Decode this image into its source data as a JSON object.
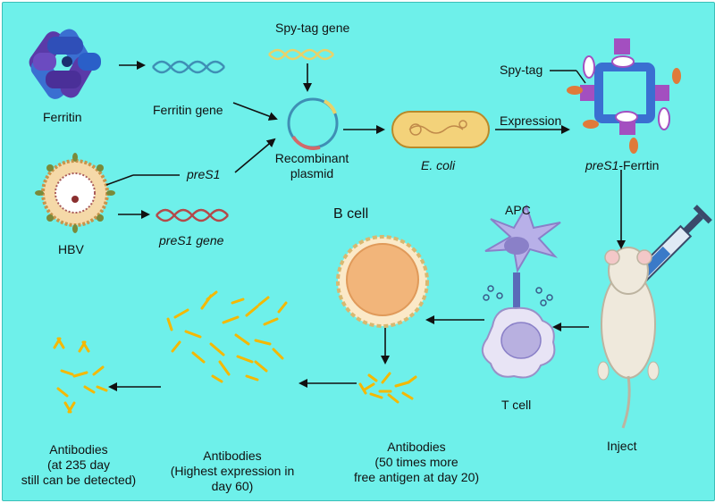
{
  "labels": {
    "ferritin": "Ferritin",
    "ferritin_gene": "Ferritin gene",
    "spy_tag_gene": "Spy-tag gene",
    "recombinant_plasmid": "Recombinant plasmid",
    "e_coli": "E. coli",
    "expression": "Expression",
    "spy_tag": "Spy-tag",
    "pres1_ferritin_italic": "preS1",
    "pres1_ferritin_rest": "-Ferrtin",
    "pres1": "preS1",
    "hbv": "HBV",
    "pres1_gene": "preS1 gene",
    "b_cell": "B cell",
    "apc": "APC",
    "t_cell": "T cell",
    "inject": "Inject",
    "antibodies_day20": "Antibodies\n(50 times more\nfree antigen at day 20)",
    "antibodies_day60": "Antibodies\n(Highest expression in\nday 60)",
    "antibodies_day235": "Antibodies\n(at 235 day\nstill can be detected)"
  },
  "colors": {
    "background": "#6ef0ea",
    "arrow": "#111111",
    "antibody": "#f5b800",
    "dna_blue": "#3f8fb5",
    "dna_red": "#b34a4a",
    "dna_yellow": "#e8d26a"
  },
  "icons": [
    "ferritin-protein-icon",
    "dna-icon",
    "plasmid-icon",
    "bacterium-icon",
    "nanoparticle-icon",
    "virus-icon",
    "b-cell-icon",
    "apc-cell-icon",
    "t-cell-icon",
    "syringe-icon",
    "mouse-icon",
    "antibody-cluster-icon"
  ]
}
